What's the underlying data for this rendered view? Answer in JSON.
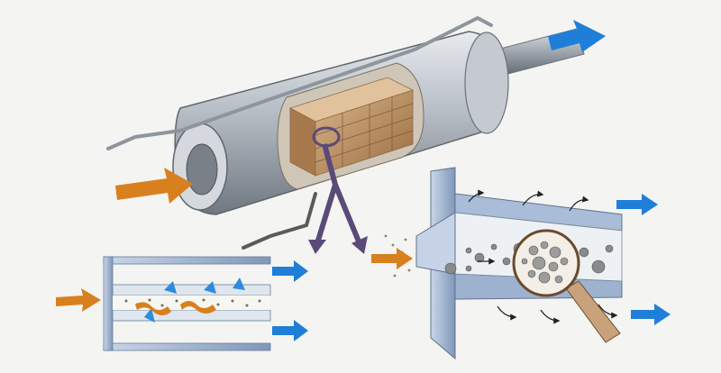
{
  "diagram": {
    "description_free": true,
    "colors": {
      "background": "#f4f4f2",
      "inflow_arrow": "#d8801e",
      "outflow_arrow": "#1f7fd8",
      "particle_flow": "#5b4a78",
      "metal": "#a9b0b8",
      "filter_ceramic": "#b9895a",
      "wall_frame": "#8fa6c4",
      "soot": "#555555"
    },
    "icons": [
      "filter-housing",
      "magnifier-icon",
      "ceramic-honeycomb",
      "flow-arrow"
    ]
  }
}
